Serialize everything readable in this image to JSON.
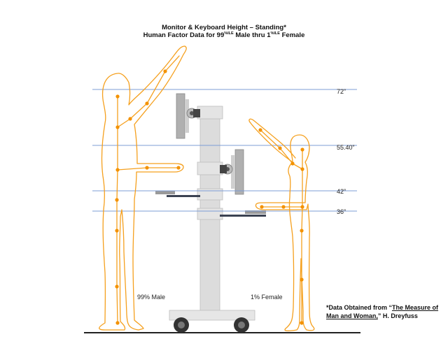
{
  "title": {
    "line1": "Monitor & Keyboard Height – Standing*",
    "line2_a": "Human Factor Data for 99",
    "line2_sup1": "%ILE",
    "line2_b": " Male thru 1",
    "line2_sup2": "%ILE",
    "line2_c": " Female"
  },
  "heights": [
    {
      "label": "72”",
      "value": 72
    },
    {
      "label": "55.40”",
      "value": 55.4
    },
    {
      "label": "42”",
      "value": 42
    },
    {
      "label": "36”",
      "value": 36
    }
  ],
  "figures": {
    "male_label": "99% Male",
    "female_label": "1% Female"
  },
  "note": {
    "prefix": "*Data Obtained from “",
    "source_title": "The Measure of Man and Woman,",
    "suffix": "” H. Dreyfuss"
  },
  "colors": {
    "figure": "#f5a01e",
    "joint": "#f39200",
    "guide_line": "#7c9cd6",
    "stand": "#d9d9d9",
    "monitor": "#a8a8a8",
    "keyboard_tray": "#3b4252",
    "wheel": "#333333",
    "floor": "#222222"
  }
}
